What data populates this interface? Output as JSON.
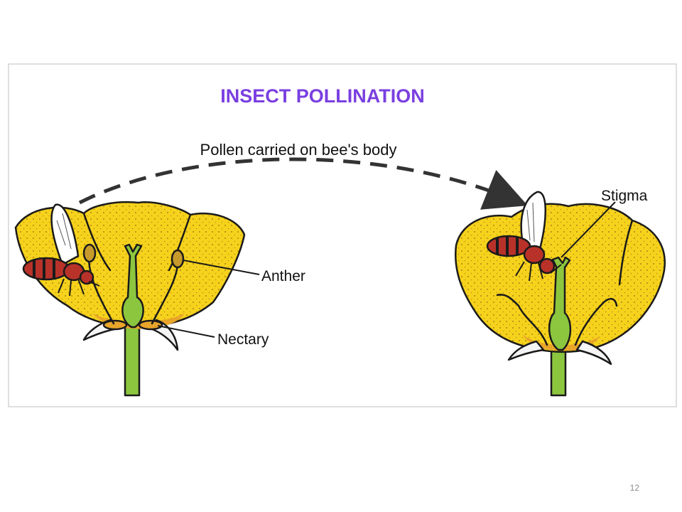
{
  "title": "INSECT POLLINATION",
  "caption": "Pollen carried on bee's body",
  "labels": {
    "anther": "Anther",
    "nectary": "Nectary",
    "stigma": "Stigma"
  },
  "slide_number": "12",
  "colors": {
    "title": "#7a3fe0",
    "petal": "#f6d21c",
    "petal_dark": "#e8a52a",
    "stem": "#8cc63f",
    "bee_body": "#b8322a",
    "wing": "#ffffff"
  }
}
